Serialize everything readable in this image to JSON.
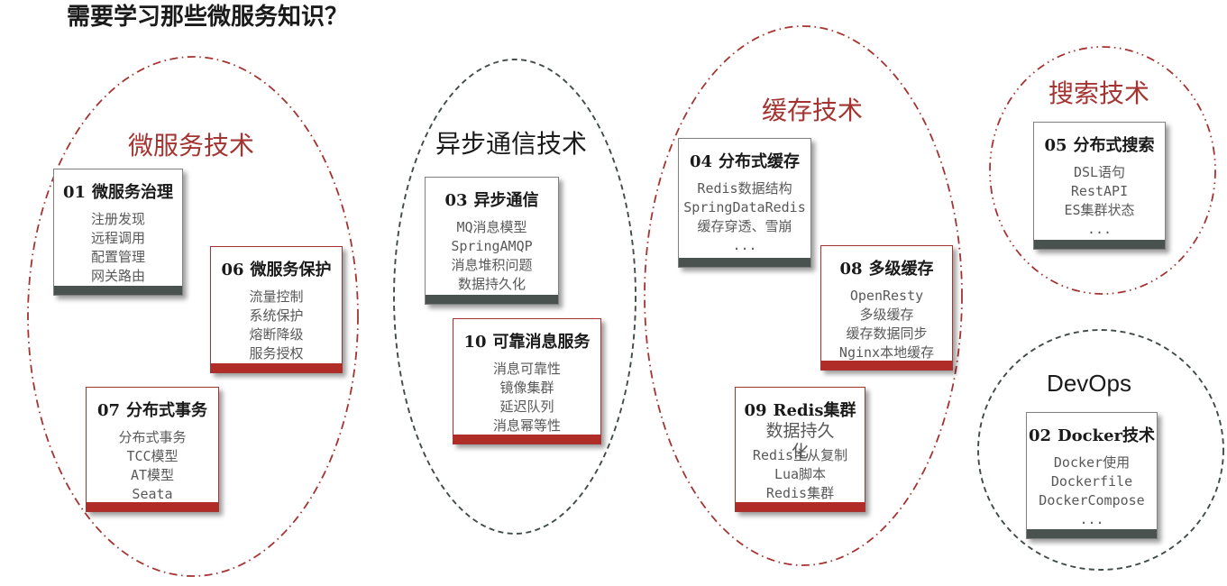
{
  "title": "需要学习那些微服务知识？",
  "colors": {
    "accent_red": "#A43431",
    "bar_red": "#B02D27",
    "bar_dark": "#4A524F",
    "border_gray": "#808080",
    "dash_gray": "#414B47",
    "item_text": "#595959",
    "heading_text": "#1A1A1A",
    "card_bg": "#FFFFFF",
    "page_bg": "#FFFFFF"
  },
  "groups": {
    "microservice": {
      "label": "微服务技术"
    },
    "async": {
      "label": "异步通信技术"
    },
    "cache": {
      "label": "缓存技术"
    },
    "search": {
      "label": "搜索技术"
    },
    "devops": {
      "label": "DevOps"
    }
  },
  "cards": {
    "c01": {
      "number": "01",
      "title": "微服务治理",
      "items": [
        "注册发现",
        "远程调用",
        "配置管理",
        "网关路由"
      ]
    },
    "c06": {
      "number": "06",
      "title": "微服务保护",
      "items": [
        "流量控制",
        "系统保护",
        "熔断降级",
        "服务授权"
      ]
    },
    "c07": {
      "number": "07",
      "title": "分布式事务",
      "items": [
        "分布式事务",
        "TCC模型",
        "AT模型",
        "Seata"
      ]
    },
    "c03": {
      "number": "03",
      "title": "异步通信",
      "items": [
        "MQ消息模型",
        "SpringAMQP",
        "消息堆积问题",
        "数据持久化"
      ]
    },
    "c10": {
      "number": "10",
      "title": "可靠消息服务",
      "items": [
        "消息可靠性",
        "镜像集群",
        "延迟队列",
        "消息幂等性"
      ]
    },
    "c04": {
      "number": "04",
      "title": "分布式缓存",
      "items": [
        "Redis数据结构",
        "SpringDataRedis",
        "缓存穿透、雪崩",
        "..."
      ]
    },
    "c08": {
      "number": "08",
      "title": "多级缓存",
      "items": [
        "OpenResty",
        "多级缓存",
        "缓存数据同步",
        "Nginx本地缓存"
      ]
    },
    "c09": {
      "number": "09",
      "title": "Redis集群",
      "items": [
        "数据持久化",
        "Redis主从复制",
        "Lua脚本",
        "Redis集群"
      ]
    },
    "c05": {
      "number": "05",
      "title": "分布式搜索",
      "items": [
        "DSL语句",
        "RestAPI",
        "ES集群状态",
        "..."
      ]
    },
    "c02": {
      "number": "02",
      "title": "Docker技术",
      "items": [
        "Docker使用",
        "Dockerfile",
        "DockerCompose",
        "..."
      ]
    }
  }
}
